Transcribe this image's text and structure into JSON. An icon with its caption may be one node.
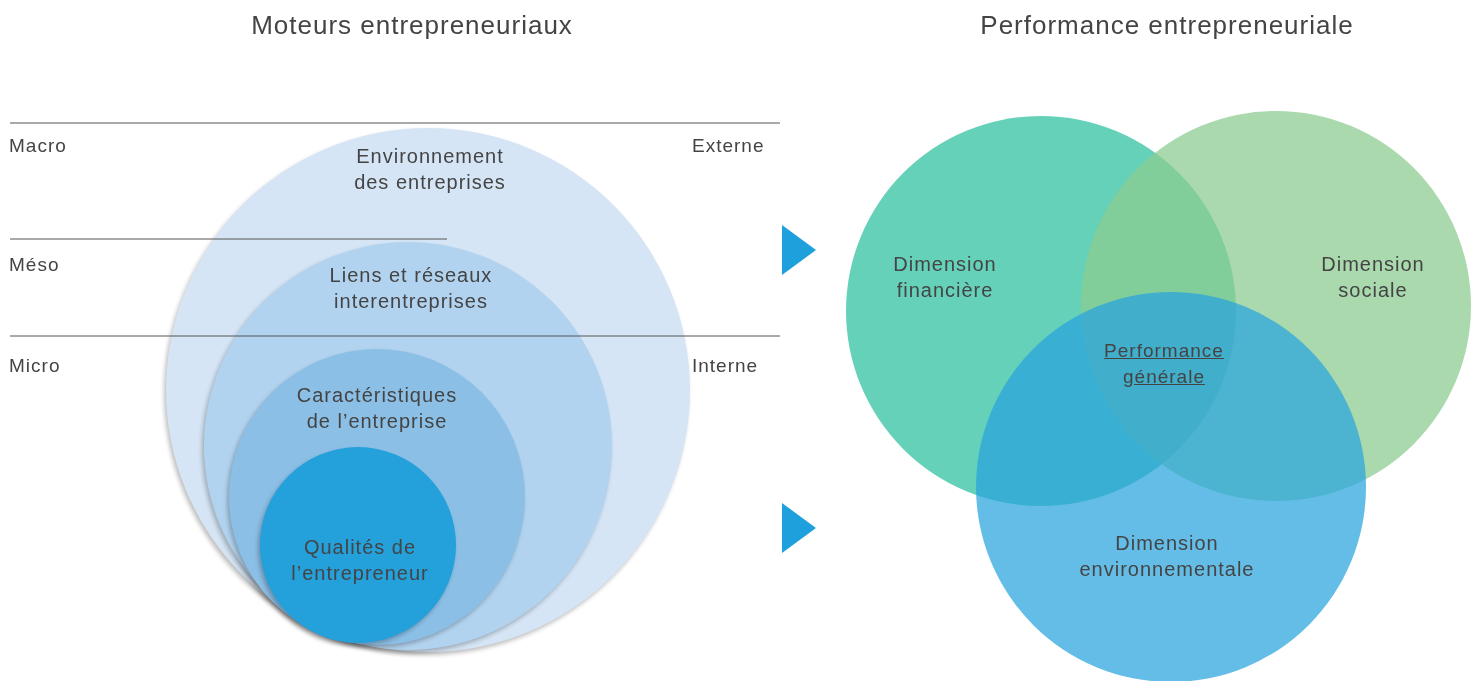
{
  "diagram": {
    "nodes": [
      {
        "text": [
          "Environnement des entreprises"
        ]
      },
      {
        "text": [
          "Liens et réseaux interentreprises"
        ],
        "in": 0
      },
      {
        "text": [
          "Caractéristiques de l’entreprise"
        ],
        "in": 1
      },
      {
        "text": [
          "Qualités de l’entrepreneur"
        ],
        "in": 2
      },
      {
        "text": [
          "Dimension financière"
        ]
      },
      {
        "text": [
          "Dimension sociale"
        ]
      },
      {
        "text": [
          "Dimension environnementale"
        ]
      }
    ],
    "edges": [],
    "labels": [
      "Moteurs entrepreneuriaux",
      "Performance entrepreneuriale",
      "Macro",
      "Externe",
      "Méso",
      "Micro",
      "Interne",
      "Performance générale"
    ]
  }
}
